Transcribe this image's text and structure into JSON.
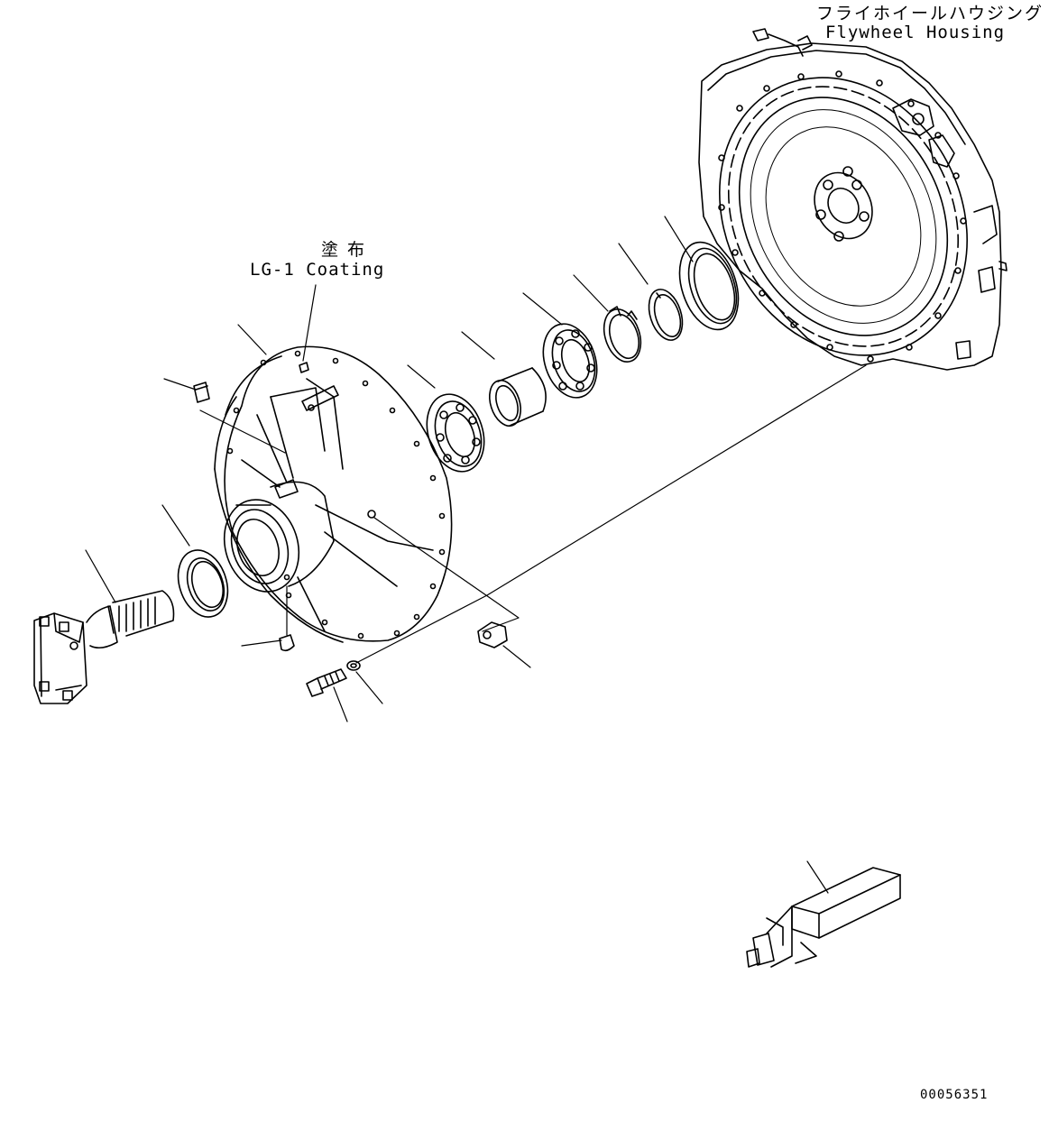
{
  "housing_label_jp": "フライホイールハウジング",
  "housing_label_en": "Flywheel Housing",
  "coating_label_jp": "塗 布",
  "coating_label_en": "LG-1 Coating",
  "figure_number": "00056351"
}
